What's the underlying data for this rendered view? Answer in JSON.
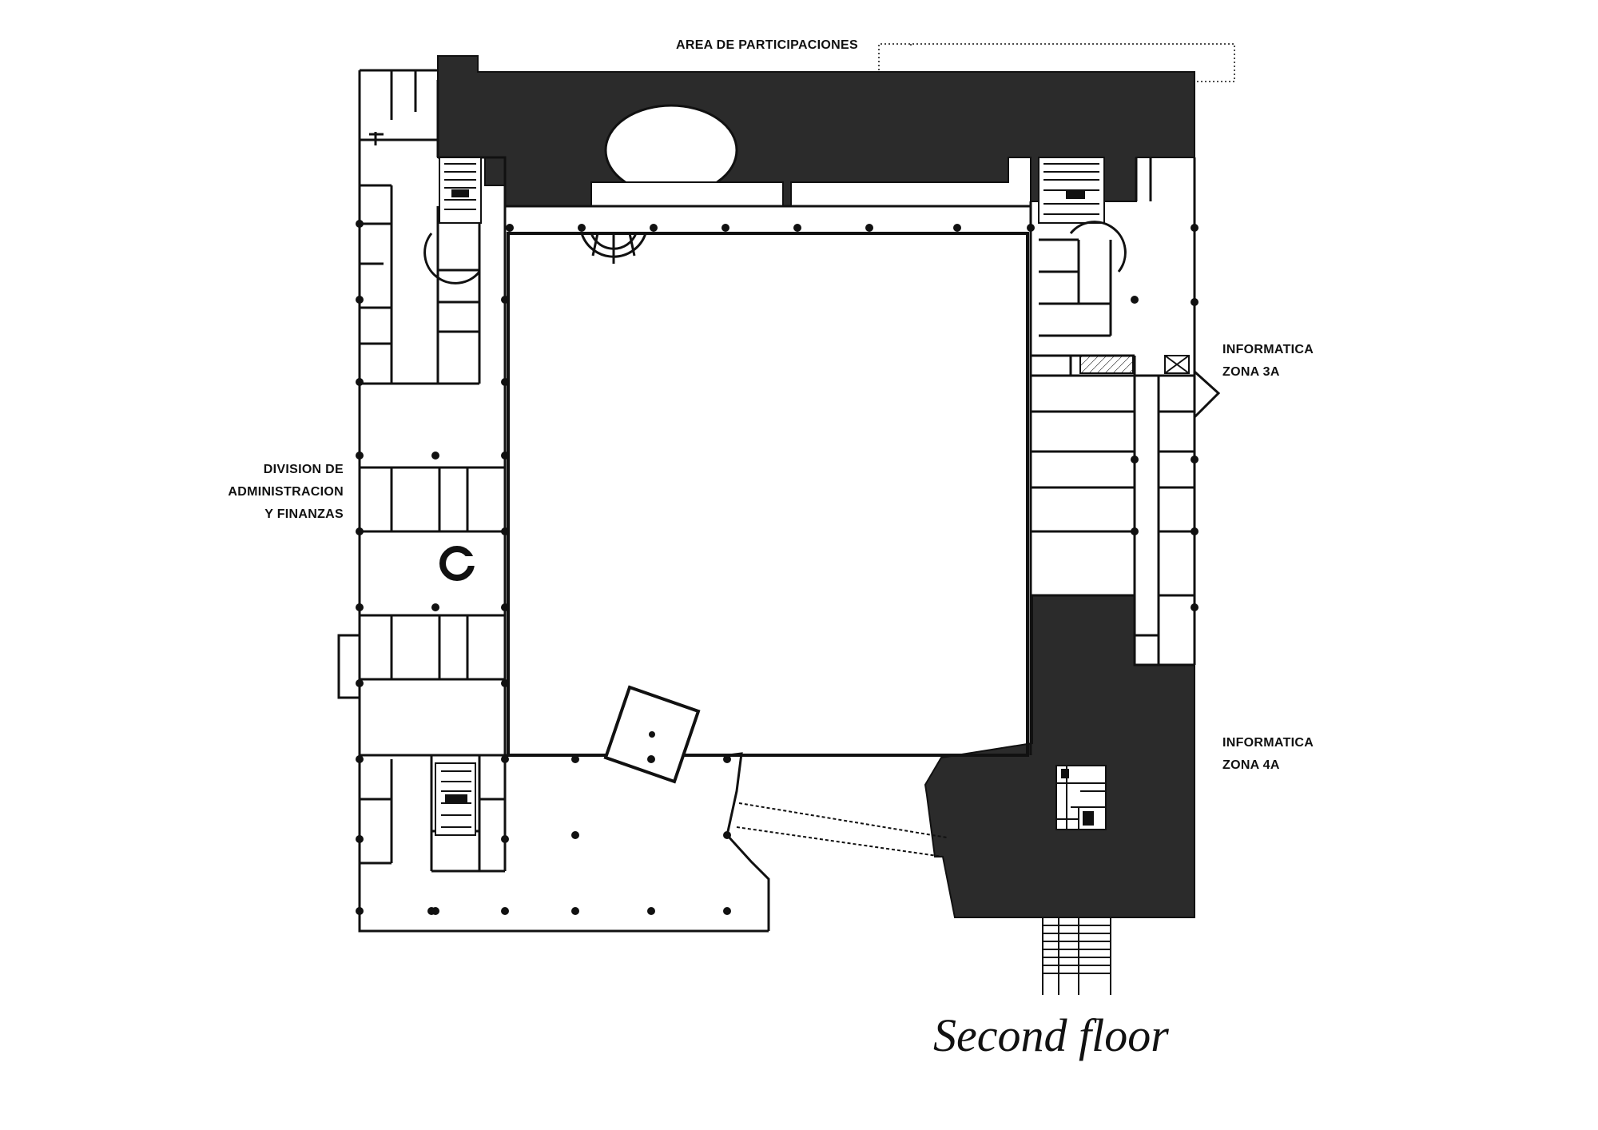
{
  "labels": {
    "area_participaciones": "AREA DE PARTICIPACIONES",
    "division": [
      "DIVISION DE",
      "ADMINISTRACION",
      "Y FINANZAS"
    ],
    "informatica_3a": [
      "INFORMATICA",
      "ZONA 3A"
    ],
    "informatica_4a": [
      "INFORMATICA",
      "ZONA 4A"
    ]
  },
  "caption": "Second floor",
  "colors": {
    "ink": "#111111",
    "fill_dark": "#2b2b2b",
    "background": "#ffffff"
  }
}
